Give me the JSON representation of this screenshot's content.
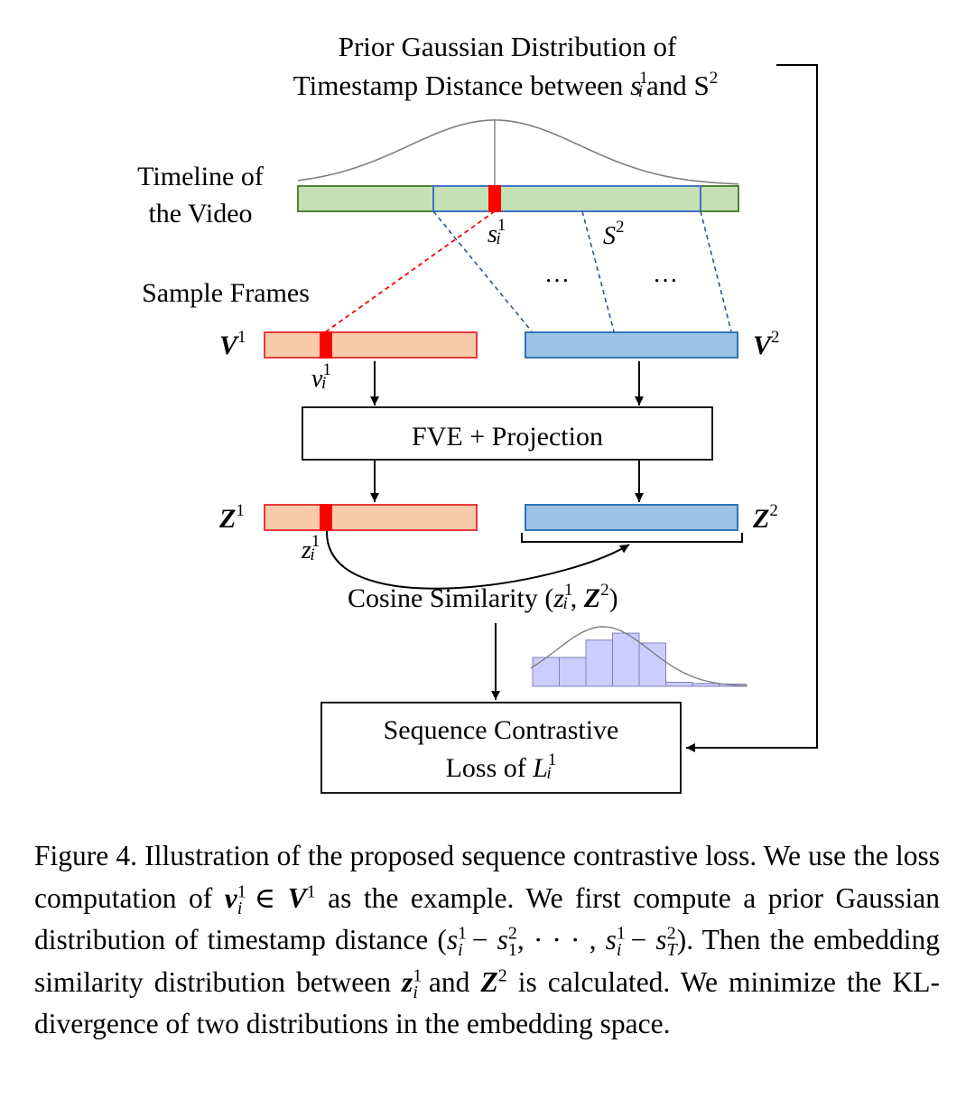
{
  "diagram": {
    "gaussian_title_line1": "Prior Gaussian Distribution of",
    "gaussian_title_line2_prefix": "Timestamp Distance between ",
    "gaussian_title_line2_and": "and ",
    "gaussian_s": "s",
    "gaussian_s_sub": "i",
    "gaussian_s_sup": "1",
    "gaussian_S": "S",
    "gaussian_S_sup": "2",
    "timeline_label_line1": "Timeline of",
    "timeline_label_line2": "the Video",
    "s_i_symbol": "s",
    "s_i_sub": "i",
    "s_i_sup": "1",
    "s2_symbol": "S",
    "s2_sup": "2",
    "ellipsis": "…",
    "sample_frames_label": "Sample Frames",
    "V1_symbol": "V",
    "V1_sup": "1",
    "V2_symbol": "V",
    "V2_sup": "2",
    "v_i_symbol": "v",
    "v_i_sub": "i",
    "v_i_sup": "1",
    "fve_label": "FVE + Projection",
    "Z1_symbol": "Z",
    "Z1_sup": "1",
    "Z2_symbol": "Z",
    "Z2_sup": "2",
    "z_i_symbol": "z",
    "z_i_sub": "i",
    "z_i_sup": "1",
    "cosine_prefix": "Cosine Similarity (",
    "cosine_z": "z",
    "cosine_z_sub": "i",
    "cosine_z_sup": "1",
    "cosine_comma": ", ",
    "cosine_Z": "Z",
    "cosine_Z_sup": "2",
    "cosine_close": ")",
    "loss_line1": "Sequence Contrastive",
    "loss_line2_prefix": "Loss of ",
    "loss_L": "L",
    "loss_L_sub": "i",
    "loss_L_sup": "1",
    "histogram_bars": [
      0.5,
      0.5,
      0.8,
      0.92,
      0.75,
      0.07,
      0.05,
      0.04
    ]
  },
  "colors": {
    "timeline_fill": "#c5e0b4",
    "timeline_stroke": "#548235",
    "window_stroke": "#4472c4",
    "red_marker": "#ff0000",
    "v1_fill": "#f8cbad",
    "v1_stroke": "#e83b3b",
    "v2_fill": "#9dc3e6",
    "v2_stroke": "#2e75b6",
    "histogram_fill": "#ccccff",
    "histogram_stroke": "#8080c0",
    "dashed_blue": "#2f5597",
    "dashed_red": "#ff0000"
  },
  "caption": {
    "figure_label": "Figure 4.",
    "t1": "Illustration of the proposed sequence contrastive loss. We use the loss computation of ",
    "m1_v": "v",
    "m1_v_sub": "i",
    "m1_v_sup": "1",
    "m1_in": " ∈ ",
    "m1_V": "V",
    "m1_V_sup": "1",
    "t2": " as the example. We first compute a prior Gaussian distribution of timestamp distance (",
    "m2_s1": "s",
    "m2_s1_sub": "i",
    "m2_s1_sup": "1",
    "m2_minus1": " − ",
    "m2_s2": "s",
    "m2_s2_sub": "1",
    "m2_s2_sup": "2",
    "m2_dots": ", · · · , ",
    "m2_s3": "s",
    "m2_s3_sub": "i",
    "m2_s3_sup": "1",
    "m2_minus2": " − ",
    "m2_s4": "s",
    "m2_s4_sub": "T",
    "m2_s4_sup": "2",
    "t3": "). Then the embedding similarity distribution between ",
    "m3_z": "z",
    "m3_z_sub": "i",
    "m3_z_sup": "1",
    "t4": " and ",
    "m3_Z": "Z",
    "m3_Z_sup": "2",
    "t5": " is calculated. We minimize the KL-divergence of two distributions in the embedding space."
  }
}
